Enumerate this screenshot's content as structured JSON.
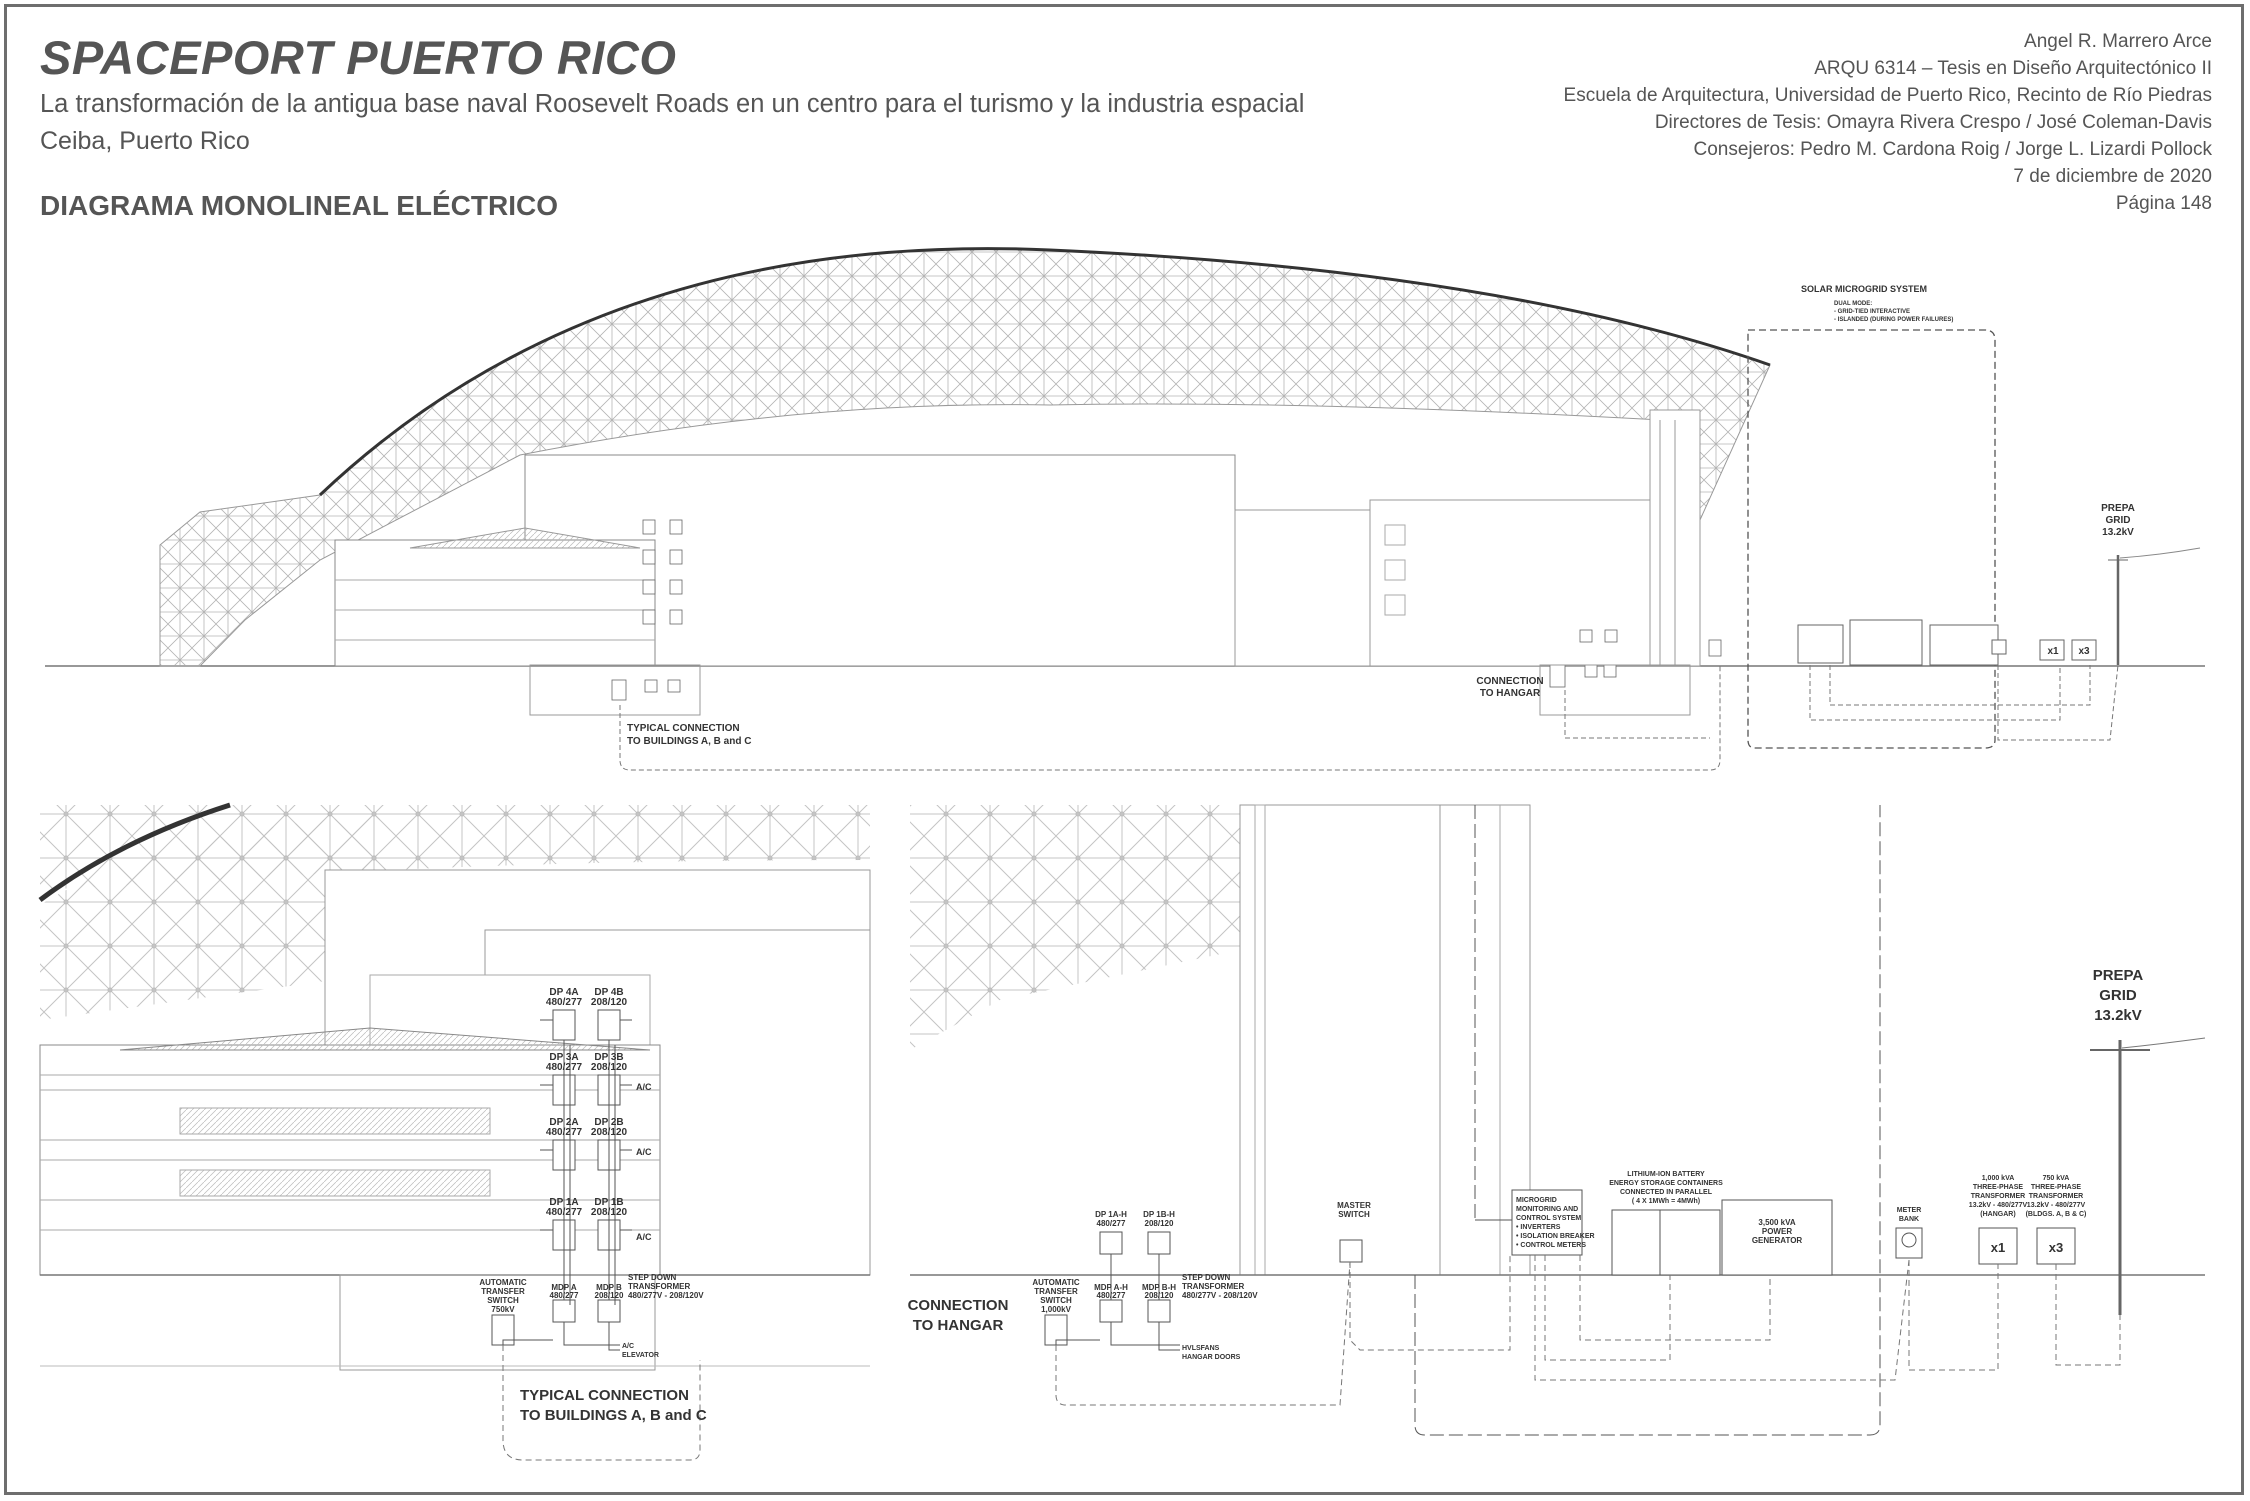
{
  "header": {
    "title": "SPACEPORT PUERTO RICO",
    "subtitle": "La transformación de la antigua base naval Roosevelt Roads en un centro para el turismo y la industria espacial",
    "location": "Ceiba, Puerto Rico",
    "section_title": "DIAGRAMA MONOLINEAL ELÉCTRICO"
  },
  "credits": {
    "author": "Angel R. Marrero Arce",
    "course": "ARQU 6314 – Tesis en Diseño Arquitectónico II",
    "school": "Escuela de Arquitectura, Universidad de Puerto Rico, Recinto de Río Piedras",
    "directors": "Directores de Tesis: Omayra Rivera Crespo / José Coleman-Davis",
    "advisors": "Consejeros: Pedro M. Cardona Roig / Jorge L. Lizardi Pollock",
    "date": "7 de diciembre de 2020",
    "page": "Página 148"
  },
  "overview": {
    "solar_title": "SOLAR MICROGRID SYSTEM",
    "solar_modes": [
      "DUAL MODE:",
      "- GRID-TIED INTERACTIVE",
      "- ISLANDED (DURING POWER FAILURES)"
    ],
    "grid_label": [
      "PREPA",
      "GRID",
      "13.2kV"
    ],
    "hangar_connection": [
      "CONNECTION",
      "TO HANGAR"
    ],
    "typical_connection": [
      "TYPICAL CONNECTION",
      "TO BUILDINGS A, B and C"
    ],
    "x1": "x1",
    "x3": "x3"
  },
  "detail_left": {
    "panels": [
      {
        "label": "DP 4A",
        "sub": "480/277"
      },
      {
        "label": "DP 4B",
        "sub": "208/120"
      },
      {
        "label": "DP 3A",
        "sub": "480/277"
      },
      {
        "label": "DP 3B",
        "sub": "208/120"
      },
      {
        "label": "DP 2A",
        "sub": "480/277"
      },
      {
        "label": "DP 2B",
        "sub": "208/120"
      },
      {
        "label": "DP 1A",
        "sub": "480/277"
      },
      {
        "label": "DP 1B",
        "sub": "208/120"
      }
    ],
    "ac": "A/C",
    "ats": [
      "AUTOMATIC",
      "TRANSFER",
      "SWITCH",
      "750kV"
    ],
    "mdp_a": [
      "MDP A",
      "480/277"
    ],
    "mdp_b": [
      "MDP B",
      "208/120"
    ],
    "step_down": [
      "STEP DOWN",
      "TRANSFORMER",
      "480/277V - 208/120V"
    ],
    "elevator": [
      "A/C",
      "ELEVATOR"
    ],
    "typical_connection": [
      "TYPICAL CONNECTION",
      "TO BUILDINGS A, B and C"
    ]
  },
  "detail_right": {
    "panels": [
      {
        "label": "DP 1A-H",
        "sub": "480/277"
      },
      {
        "label": "DP 1B-H",
        "sub": "208/120"
      }
    ],
    "ats": [
      "AUTOMATIC",
      "TRANSFER",
      "SWITCH",
      "1,000kV"
    ],
    "mdp_ah": [
      "MDP A-H",
      "480/277"
    ],
    "mdp_bh": [
      "MDP B-H",
      "208/120"
    ],
    "step_down": [
      "STEP DOWN",
      "TRANSFORMER",
      "480/277V - 208/120V"
    ],
    "hangar_loads": [
      "HVLSFANS",
      "HANGAR DOORS"
    ],
    "connection": [
      "CONNECTION",
      "TO HANGAR"
    ],
    "master_switch": [
      "MASTER",
      "SWITCH"
    ],
    "microgrid": [
      "MICROGRID",
      "MONITORING AND",
      "CONTROL SYSTEM",
      "• INVERTERS",
      "• ISOLATION BREAKER",
      "• CONTROL METERS"
    ],
    "battery": [
      "LITHIUM-ION BATTERY",
      "ENERGY STORAGE CONTAINERS",
      "CONNECTED IN PARALLEL",
      "( 4 X 1MWh = 4MWh)"
    ],
    "generator": [
      "3,500 kVA",
      "POWER",
      "GENERATOR"
    ],
    "meter": [
      "METER",
      "BANK"
    ],
    "transformer_hangar": [
      "1,000 kVA",
      "THREE-PHASE",
      "TRANSFORMER",
      "13.2kV - 480/277V",
      "(HANGAR)"
    ],
    "transformer_bldgs": [
      "750 kVA",
      "THREE-PHASE",
      "TRANSFORMER",
      "13.2kV - 480/277V",
      "(BLDGS. A, B & C)"
    ],
    "x1": "x1",
    "x3": "x3",
    "grid_label": [
      "PREPA",
      "GRID",
      "13.2kV"
    ]
  }
}
